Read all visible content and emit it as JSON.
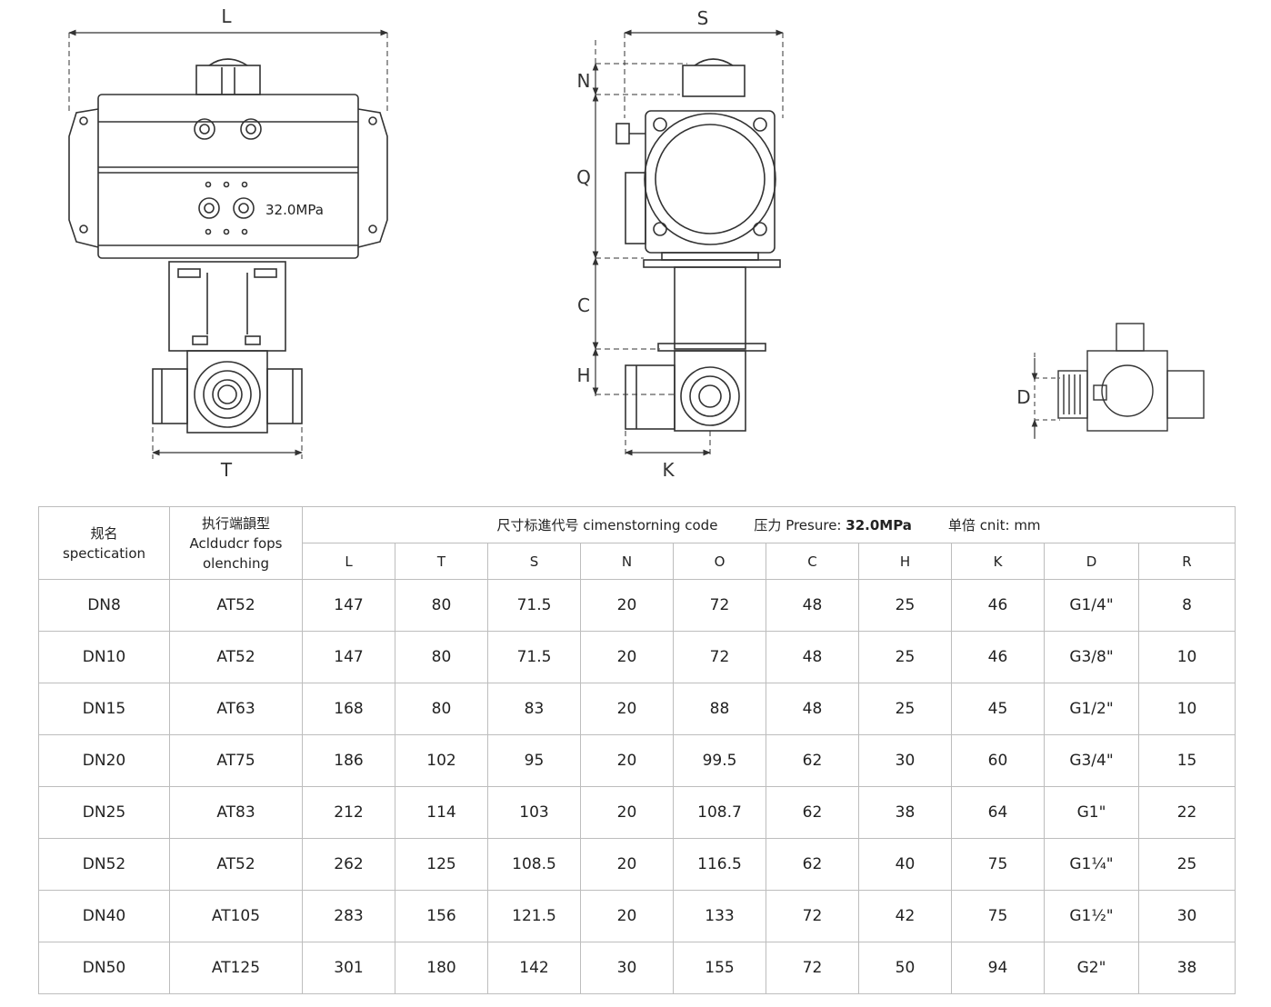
{
  "drawings": {
    "front_view": {
      "dim_top": "L",
      "dim_bottom": "T",
      "gauge_label": "32.0MPa"
    },
    "side_view": {
      "dim_top": "S",
      "dim_n": "N",
      "dim_q": "Q",
      "dim_c": "C",
      "dim_h": "H",
      "dim_bottom": "K"
    },
    "detail_view": {
      "dim_d": "D"
    }
  },
  "table": {
    "header": {
      "spec_cn": "规名",
      "spec_en": "spectication",
      "actuator_cn": "执行端韻型",
      "actuator_en1": "Acldudcr fops",
      "actuator_en2": "olenching",
      "dim_code_label": "尺寸标進代号 cimenstorning code",
      "pressure_label": "压力 Presure:",
      "pressure_value": "32.0MPa",
      "unit_label": "单倍 cnit: mm"
    },
    "columns": [
      "L",
      "T",
      "S",
      "N",
      "O",
      "C",
      "H",
      "K",
      "D",
      "R"
    ],
    "rows": [
      [
        "DN8",
        "AT52",
        "147",
        "80",
        "71.5",
        "20",
        "72",
        "48",
        "25",
        "46",
        "G1/4\"",
        "8"
      ],
      [
        "DN10",
        "AT52",
        "147",
        "80",
        "71.5",
        "20",
        "72",
        "48",
        "25",
        "46",
        "G3/8\"",
        "10"
      ],
      [
        "DN15",
        "AT63",
        "168",
        "80",
        "83",
        "20",
        "88",
        "48",
        "25",
        "45",
        "G1/2\"",
        "10"
      ],
      [
        "DN20",
        "AT75",
        "186",
        "102",
        "95",
        "20",
        "99.5",
        "62",
        "30",
        "60",
        "G3/4\"",
        "15"
      ],
      [
        "DN25",
        "AT83",
        "212",
        "114",
        "103",
        "20",
        "108.7",
        "62",
        "38",
        "64",
        "G1\"",
        "22"
      ],
      [
        "DN52",
        "AT52",
        "262",
        "125",
        "108.5",
        "20",
        "116.5",
        "62",
        "40",
        "75",
        "G1¼\"",
        "25"
      ],
      [
        "DN40",
        "AT105",
        "283",
        "156",
        "121.5",
        "20",
        "133",
        "72",
        "42",
        "75",
        "G1½\"",
        "30"
      ],
      [
        "DN50",
        "AT125",
        "301",
        "180",
        "142",
        "30",
        "155",
        "72",
        "50",
        "94",
        "G2\"",
        "38"
      ]
    ]
  }
}
